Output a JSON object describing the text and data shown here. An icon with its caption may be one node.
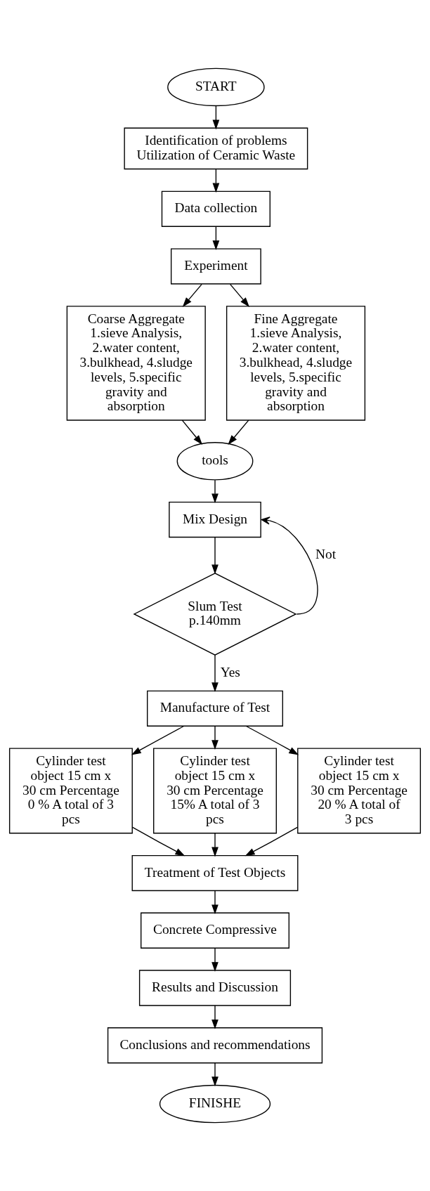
{
  "diagram": {
    "nodes": [
      {
        "text": [
          "START"
        ]
      },
      {
        "text": [
          "Identification of problems",
          "Utilization of Ceramic Waste"
        ]
      },
      {
        "text": [
          "Data collection"
        ]
      },
      {
        "text": [
          "Experiment"
        ]
      },
      {
        "text": [
          "Coarse Aggregate",
          "1.sieve Analysis, 2.water content, 3.bulkhead, 4.sludge levels, 5.specific gravity and absorption"
        ]
      },
      {
        "text": [
          "Fine Aggregate",
          "1.sieve Analysis, 2.water content, 3.bulkhead, 4.sludge levels, 5.specific gravity and absorption"
        ]
      },
      {
        "text": [
          "tools"
        ]
      },
      {
        "text": [
          "Mix Design"
        ]
      },
      {
        "text": [
          "Slum Test p.140mm"
        ]
      },
      {
        "text": [
          "Manufacture of Test"
        ]
      },
      {
        "text": [
          "Cylinder test object 15 cm x 30 cm Percentage 0 % A total of 3 pcs"
        ]
      },
      {
        "text": [
          "Cylinder test object 15 cm x 30 cm Percentage 15% A total of 3 pcs"
        ]
      },
      {
        "text": [
          "Cylinder test object 15 cm x 30 cm Percentage 20 % A total of 3 pcs"
        ]
      },
      {
        "text": [
          "Treatment of Test Objects"
        ]
      },
      {
        "text": [
          "Concrete Compressive"
        ]
      },
      {
        "text": [
          "Results and Discussion"
        ]
      },
      {
        "text": [
          "Conclusions and recommendations"
        ]
      },
      {
        "text": [
          "FINISHE"
        ]
      }
    ],
    "edges": [
      {
        "from": 0,
        "to": 1,
        "arrow": "to"
      },
      {
        "from": 1,
        "to": 2,
        "arrow": "to"
      },
      {
        "from": 2,
        "to": 3,
        "arrow": "to"
      },
      {
        "from": 3,
        "to": 4,
        "arrow": "to"
      },
      {
        "from": 3,
        "to": 5,
        "arrow": "to"
      },
      {
        "from": 4,
        "to": 6,
        "arrow": "to"
      },
      {
        "from": 5,
        "to": 6,
        "arrow": "to"
      },
      {
        "from": 6,
        "to": 7,
        "arrow": "to"
      },
      {
        "from": 7,
        "to": 8,
        "arrow": "to"
      },
      {
        "from": 8,
        "to": 7,
        "arrow": "to",
        "label": "Not"
      },
      {
        "from": 8,
        "to": 9,
        "arrow": "to",
        "label": "Yes"
      },
      {
        "from": 9,
        "to": 10,
        "arrow": "to"
      },
      {
        "from": 9,
        "to": 11,
        "arrow": "to"
      },
      {
        "from": 9,
        "to": 12,
        "arrow": "to"
      },
      {
        "from": 10,
        "to": 13,
        "arrow": "to"
      },
      {
        "from": 11,
        "to": 13,
        "arrow": "to"
      },
      {
        "from": 12,
        "to": 13,
        "arrow": "to"
      },
      {
        "from": 13,
        "to": 14,
        "arrow": "to"
      },
      {
        "from": 14,
        "to": 15,
        "arrow": "to"
      },
      {
        "from": 15,
        "to": 16,
        "arrow": "to"
      },
      {
        "from": 16,
        "to": 17,
        "arrow": "to"
      }
    ]
  }
}
